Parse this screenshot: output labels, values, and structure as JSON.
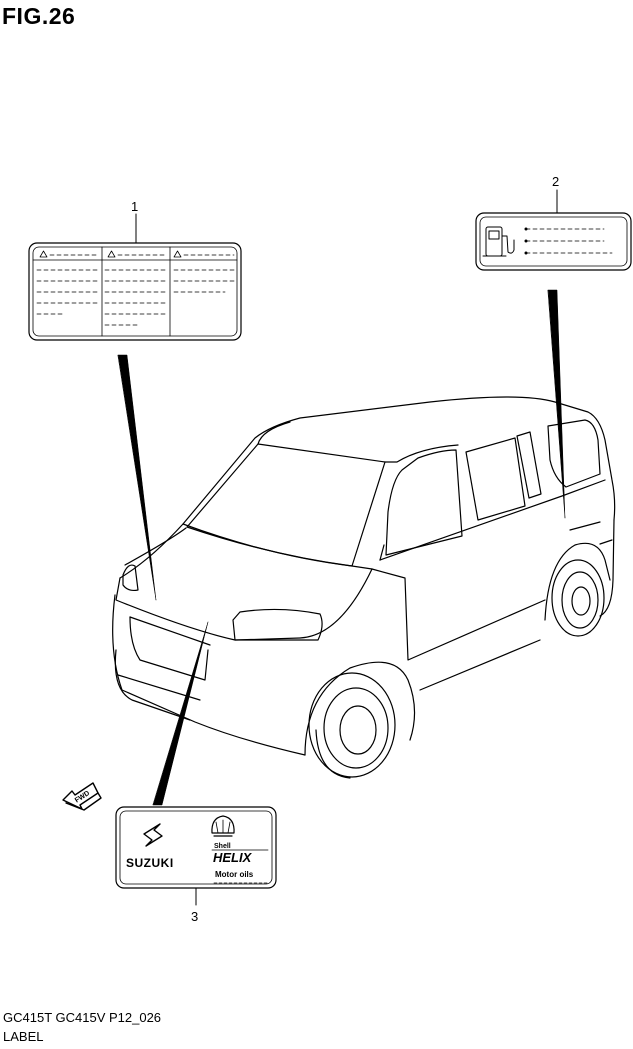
{
  "figure": {
    "title": "FIG.26",
    "code": "GC415T GC415V P12_026",
    "caption": "LABEL"
  },
  "callouts": [
    {
      "number": "1"
    },
    {
      "number": "2"
    },
    {
      "number": "3"
    }
  ],
  "direction_arrow": {
    "text": "FWD"
  },
  "label_3": {
    "brand": "SUZUKI",
    "oil_brand_small": "Shell",
    "oil_product": "HELIX",
    "oil_text": "Motor oils"
  },
  "icons": [
    "warning-triangle-icon",
    "fuel-pump-icon",
    "suzuki-logo-icon",
    "shell-logo-icon"
  ],
  "colors": {
    "line": "#000000",
    "background": "#ffffff"
  }
}
